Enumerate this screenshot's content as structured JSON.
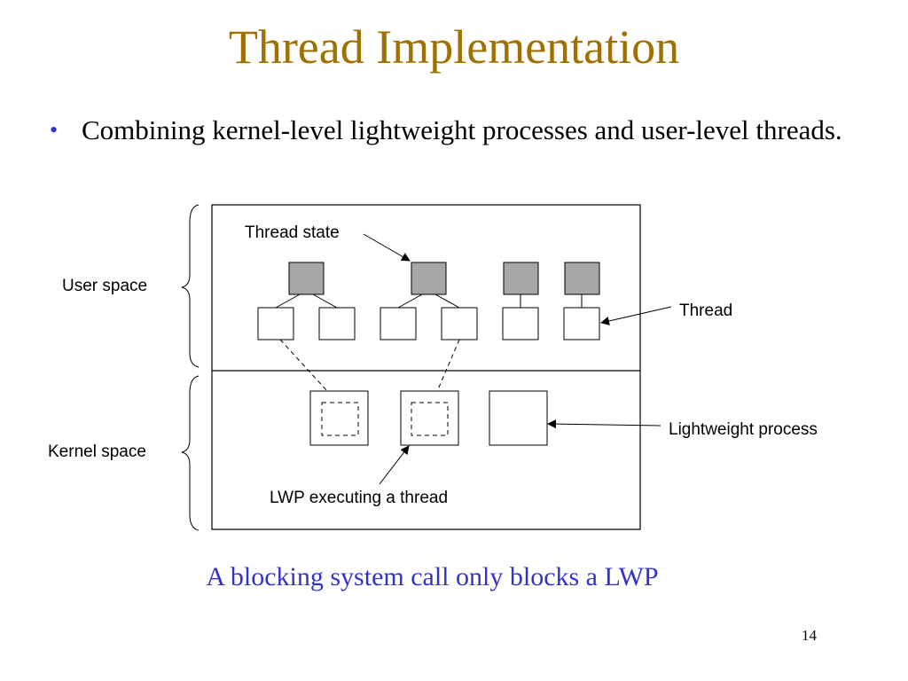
{
  "slide": {
    "title": "Thread Implementation",
    "bullet_symbol": "•",
    "bullet_text": "Combining kernel-level lightweight processes and user-level threads.",
    "caption": "A blocking system call only blocks a LWP",
    "page_number": "14"
  },
  "diagram": {
    "labels": {
      "user_space": "User space",
      "kernel_space": "Kernel space",
      "thread_state": "Thread state",
      "thread": "Thread",
      "lightweight_process": "Lightweight process",
      "lwp_executing": "LWP executing a thread"
    },
    "colors": {
      "thread_state_fill": "#a6a6a6",
      "title": "#a07000",
      "accent_text": "#3333cc"
    }
  }
}
